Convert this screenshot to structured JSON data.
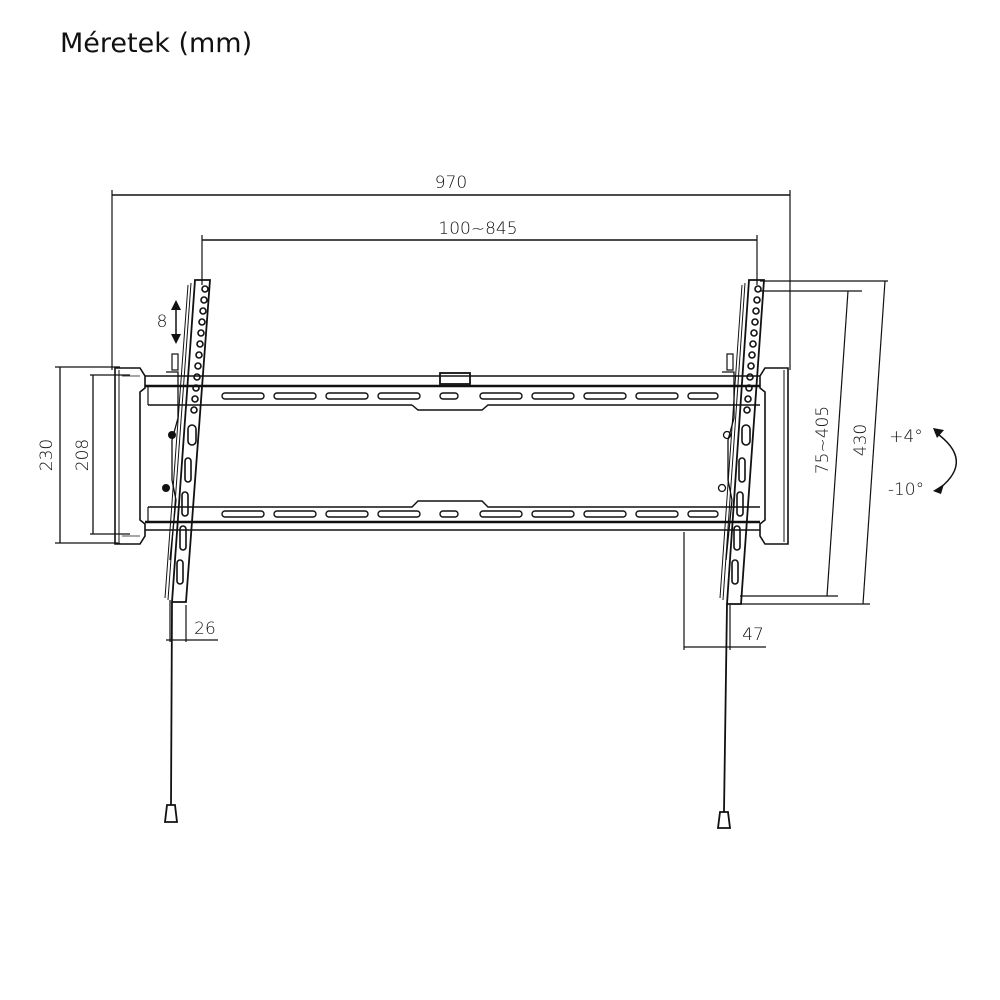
{
  "title": "Méretek (mm)",
  "dimensions": {
    "overall_width": "970",
    "vesa_width_range": "100~845",
    "overall_height": "230",
    "rail_height": "208",
    "vertical_step": "8",
    "vesa_height_range": "75~405",
    "arm_length": "430",
    "depth_min": "26",
    "depth_max": "47"
  },
  "tilt": {
    "up": "+4°",
    "down": "-10°"
  },
  "colors": {
    "line": "#111111",
    "background": "#ffffff"
  }
}
